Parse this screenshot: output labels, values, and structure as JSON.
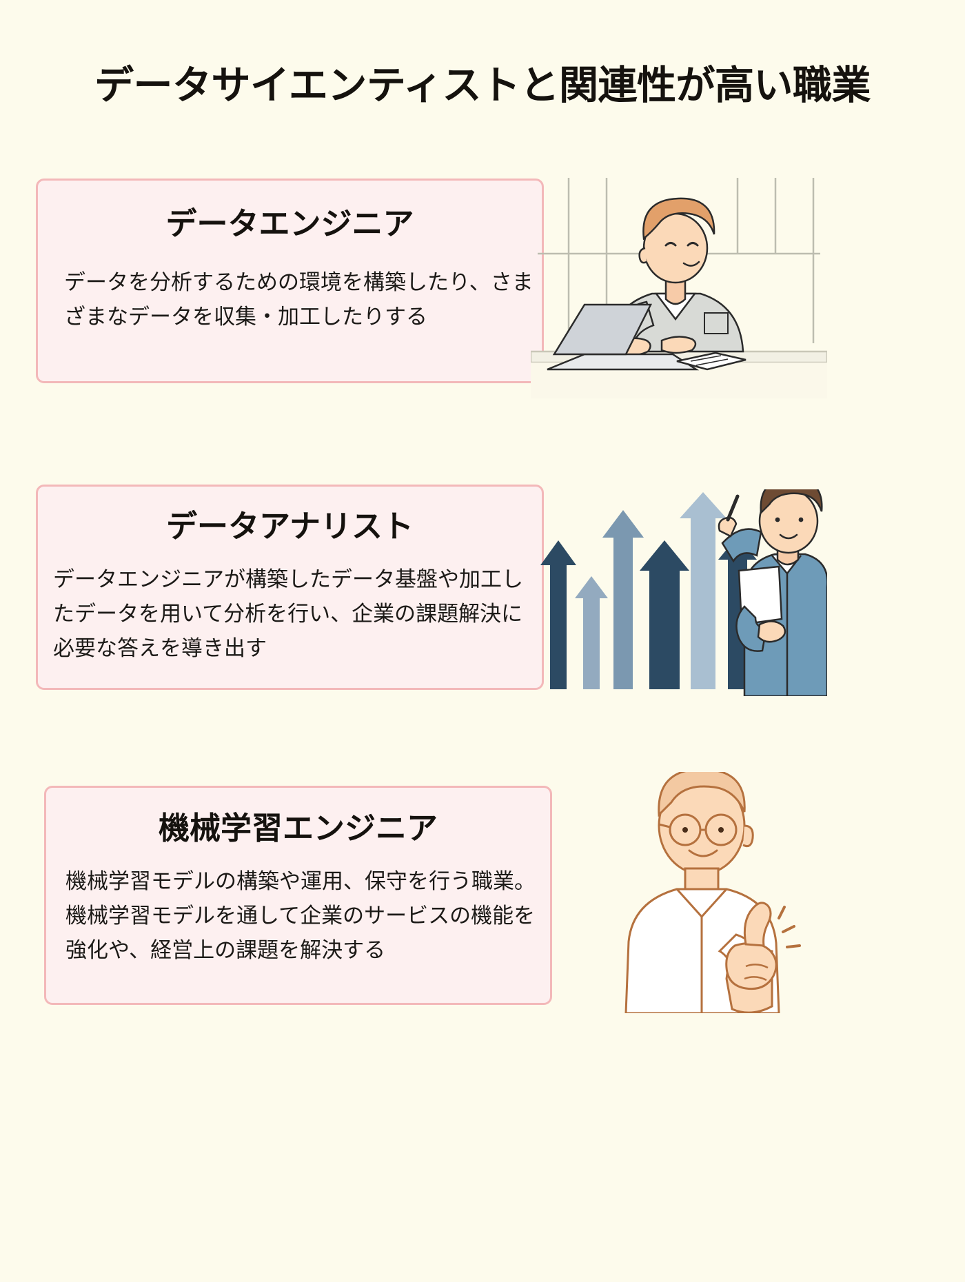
{
  "page": {
    "title": "データサイエンティストと関連性が高い職業",
    "background_color": "#FDFBEC",
    "card_background_color": "#FDF0F0",
    "card_border_color": "#F3B8B9",
    "text_color": "#15120E"
  },
  "cards": [
    {
      "heading": "データエンジニア",
      "body": "データを分析するための環境を構築したり、さまざまなデータを収集・加工したりする",
      "illustration": "person-at-laptop-illustration"
    },
    {
      "heading": "データアナリスト",
      "body": "データエンジニアが構築したデータ基盤や加工したデータを用いて分析を行い、企業の課題解決に必要な答えを導き出す",
      "illustration": "person-with-growth-arrows-illustration"
    },
    {
      "heading": "機械学習エンジニア",
      "body": "機械学習モデルの構築や運用、保守を行う職業。機械学習モデルを通して企業のサービスの機能を強化や、経営上の課題を解決する",
      "illustration": "person-thumbs-up-illustration"
    }
  ]
}
